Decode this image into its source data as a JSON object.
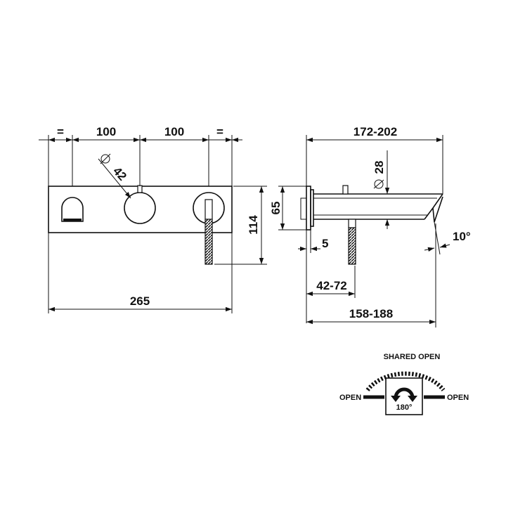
{
  "front_view": {
    "equal_left": "=",
    "spacing_left": "100",
    "spacing_right": "100",
    "equal_right": "=",
    "knob_diameter": "42",
    "plate_height": "114",
    "plate_width": "265"
  },
  "side_view": {
    "projection": "172-202",
    "spout_diameter": "28",
    "plate_depth": "65",
    "flange": "5",
    "wall_range": "42-72",
    "spout_length": "158-188",
    "spout_angle": "10°"
  },
  "legend": {
    "shared": "SHARED OPEN",
    "left": "OPEN",
    "right": "OPEN",
    "rotation": "180°"
  }
}
